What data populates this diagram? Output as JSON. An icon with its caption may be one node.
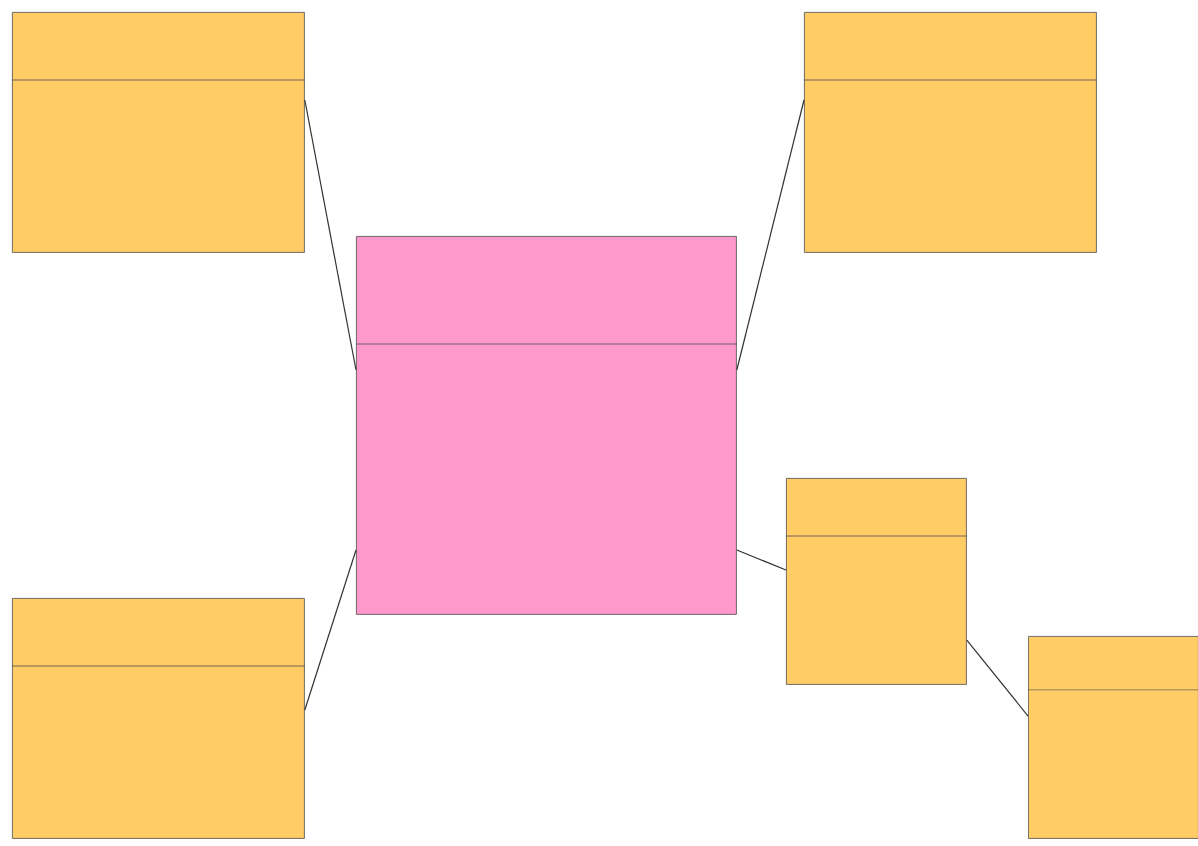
{
  "diagram": {
    "nodes": [
      {
        "text": [],
        "shape": "box"
      },
      {
        "text": [],
        "shape": "box"
      },
      {
        "text": [],
        "shape": "box"
      },
      {
        "text": [],
        "shape": "box"
      },
      {
        "text": [],
        "shape": "box"
      },
      {
        "text": [],
        "shape": "box"
      }
    ],
    "edges": [
      {
        "from": 0,
        "to": 2,
        "arrow": "none"
      },
      {
        "from": 1,
        "to": 2,
        "arrow": "none"
      },
      {
        "from": 4,
        "to": 2,
        "arrow": "none"
      },
      {
        "from": 2,
        "to": 3,
        "arrow": "none"
      },
      {
        "from": 3,
        "to": 5,
        "arrow": "none"
      }
    ]
  }
}
